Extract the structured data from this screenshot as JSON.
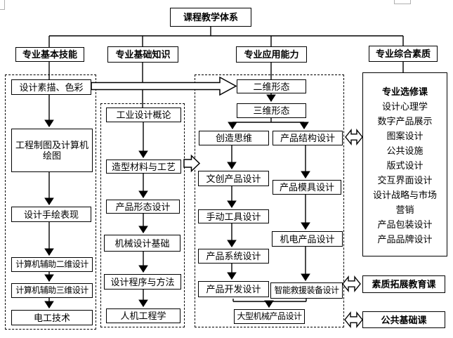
{
  "title": "课程教学体系",
  "branches": {
    "basic_skills": "专业基本技能",
    "basic_knowledge": "专业基础知识",
    "application_ability": "专业应用能力",
    "comprehensive_quality": "专业综合素质"
  },
  "basic_skills_courses": [
    "设计素描、色彩",
    "工程制图及计算机绘图",
    "设计手绘表现",
    "计算机辅助二维设计",
    "计算机辅助三维设计",
    "电工技术"
  ],
  "basic_knowledge_courses": [
    "工业设计概论",
    "造型材料与工艺",
    "产品形态设计",
    "机械设计基础",
    "设计程序与方法",
    "人机工程学"
  ],
  "application_courses": [
    "二维形态",
    "三维形态",
    "创造思维",
    "产品结构设计",
    "文创产品设计",
    "产品模具设计",
    "手动工具设计",
    "机电产品设计",
    "产品系统设计",
    "产品开发设计",
    "智能救援装备设计",
    "大型机械产品设计"
  ],
  "electives_panel": {
    "title": "专业选修课",
    "courses": [
      "设计心理学",
      "数字产品展示",
      "图案设计",
      "公共设施",
      "版式设计",
      "交互界面设计",
      "设计战略与市场营销",
      "产品包装设计",
      "产品品牌设计"
    ]
  },
  "side_courses": {
    "quality_development": "素质拓展教育课",
    "public_basic": "公共基础课"
  },
  "colors": {
    "line": "#000000",
    "background": "#ffffff"
  }
}
